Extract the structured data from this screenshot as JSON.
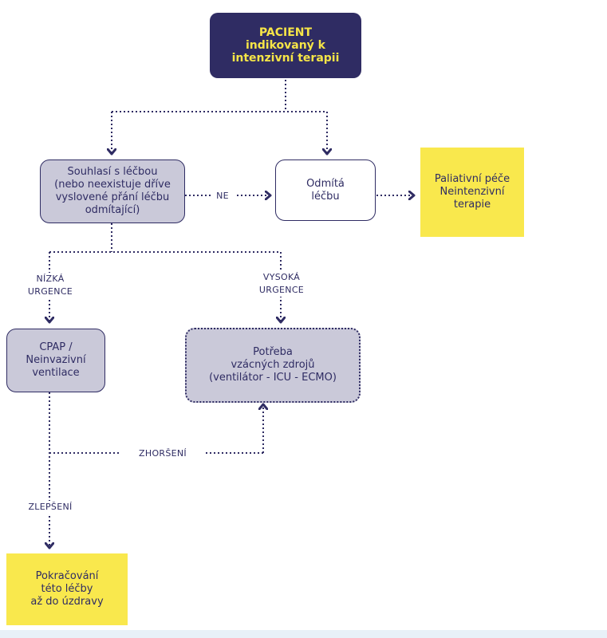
{
  "nodes": {
    "patient": "PACIENT\nindikovaný k\nintenzivní terapii",
    "agrees": "Souhlasí s léčbou\n(nebo neexistuje dříve\nvyslovené přání léčbu\nodmítající)",
    "refuses": "Odmítá\nléčbu",
    "palliative": "Paliativní péče\nNeintenzivní\nterapie",
    "cpap": "CPAP /\nNeinvazivní\nventilace",
    "scarce": "Potřeba\nvzácných zdrojů\n(ventilátor - ICU - ECMO)",
    "continue": "Pokračování\ntéto léčby\naž do úzdravy"
  },
  "labels": {
    "ne": "NE",
    "low_urgency": "NÍZKÁ\nURGENCE",
    "high_urgency": "VYSOKÁ\nURGENCE",
    "worsening": "ZHORŠENÍ",
    "improvement": "ZLEPŠENÍ"
  },
  "colors": {
    "navy": "#2f2c63",
    "yellow": "#f9e84d",
    "grey": "#cac9d9",
    "text_yellow": "#f6e547"
  }
}
